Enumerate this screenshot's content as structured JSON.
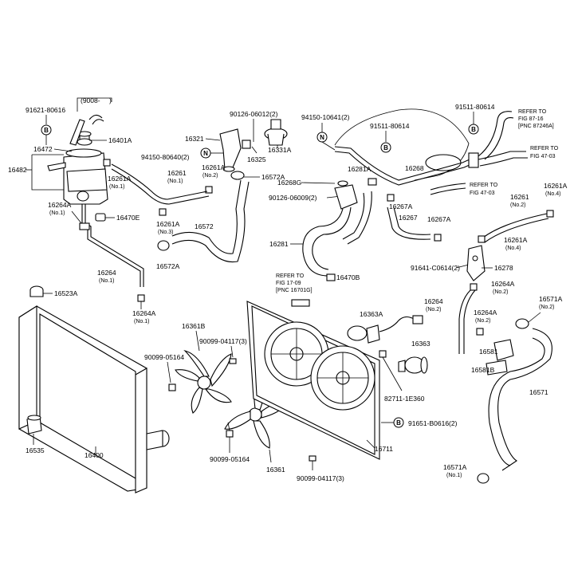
{
  "labels": {
    "l_91621": "91621-80616",
    "l_9008": "(9008-",
    "l_9008b": ")",
    "l_16401A": "16401A",
    "l_16472": "16472",
    "l_16482": "16482",
    "l_16261A_1a": "16261A",
    "l_16261A_1a_n": "(No.1)",
    "l_16264A_1a": "16264A",
    "l_16264A_1a_n": "(No.1)",
    "l_16470E": "16470E",
    "l_16264_1": "16264",
    "l_16264_1_n": "(No.1)",
    "l_16264A_1b": "16264A",
    "l_16264A_1b_n": "(No.1)",
    "l_90126_2": "90126-06012(2)",
    "l_16321": "16321",
    "l_94150_80640": "94150-80640(2)",
    "l_16325": "16325",
    "l_16331A": "16331A",
    "l_16572A_a": "16572A",
    "l_16261A_2": "16261A",
    "l_16261A_2_n": "(No.2)",
    "l_16261_1": "16261",
    "l_16261_1_n": "(No.1)",
    "l_16261A_3": "16261A",
    "l_16261A_3_n": "(No.3)",
    "l_16572": "16572",
    "l_16572A_b": "16572A",
    "l_94150_10641": "94150-10641(2)",
    "l_91511_a": "91511-80614",
    "l_91511_b": "91511-80614",
    "l_refer_87": "REFER TO",
    "l_refer_87_b": "FIG 87-16",
    "l_refer_87_c": "[PNC 87246A]",
    "l_refer_47a": "REFER TO",
    "l_refer_47a_b": "FIG 47-03",
    "l_16268G": "16268G",
    "l_16281A_a": "16281A",
    "l_16268": "16268",
    "l_refer_47b": "REFER TO",
    "l_refer_47b_b": "FIG 47-03",
    "l_90126_06009": "90126-06009(2)",
    "l_16267A_a": "16267A",
    "l_16267": "16267",
    "l_16267A_b": "16267A",
    "l_16281": "16281",
    "l_16470B": "16470B",
    "l_16261A_4": "16261A",
    "l_16261A_4_n": "(No.4)",
    "l_16261_2": "16261",
    "l_16261_2_n": "(No.2)",
    "l_16261A_4b": "16261A",
    "l_16261A_4b_n": "(No.4)",
    "l_91641": "91641-C0614(2)",
    "l_16278": "16278",
    "l_16264A_2a": "16264A",
    "l_16264A_2a_n": "(No.2)",
    "l_16264_2": "16264",
    "l_16264_2_n": "(No.2)",
    "l_16264A_2b": "16264A",
    "l_16264A_2b_n": "(No.2)",
    "l_16571A_2": "16571A",
    "l_16571A_2_n": "(No.2)",
    "l_16581": "16581",
    "l_16581B": "16581B",
    "l_16571": "16571",
    "l_16571A_1": "16571A",
    "l_16571A_1_n": "(No.1)",
    "l_16523A": "16523A",
    "l_refer_17": "REFER TO",
    "l_refer_17_b": "FIG 17-09",
    "l_refer_17_c": "[PNC 16701G]",
    "l_16363A": "16363A",
    "l_16363": "16363",
    "l_82711": "82711-1E360",
    "l_91651": "91651-B0616(2)",
    "l_16361B": "16361B",
    "l_90099_3a": "90099-04117(3)",
    "l_90099_05164a": "90099-05164",
    "l_16535": "16535",
    "l_16400": "16400",
    "l_90099_05164b": "90099-05164",
    "l_16361": "16361",
    "l_90099_3b": "90099-04117(3)",
    "l_16711": "16711"
  },
  "callouts": {
    "b1": "B",
    "b2": "B",
    "b3": "B",
    "b4": "B",
    "b5": "B",
    "n1": "N",
    "n2": "N"
  }
}
